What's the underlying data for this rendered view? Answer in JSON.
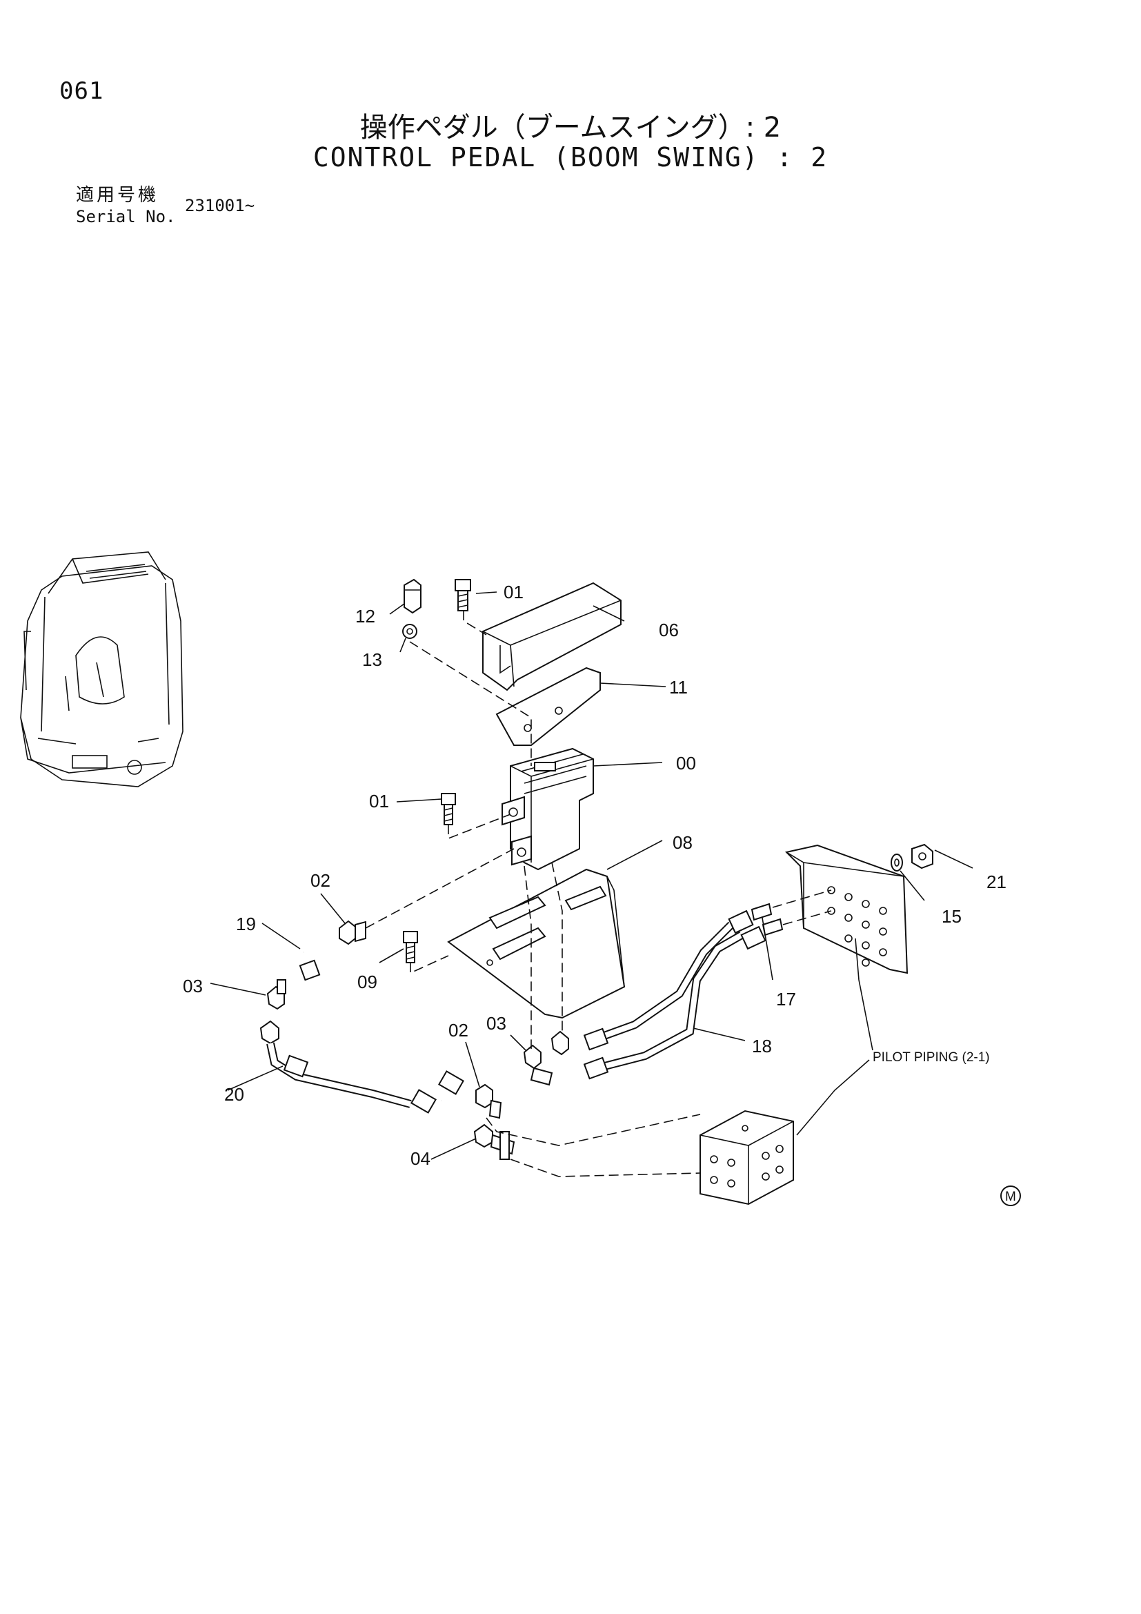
{
  "header": {
    "page_number": "061",
    "title_ja": "操作ペダル（ブームスイング）: 2",
    "title_en": "CONTROL PEDAL (BOOM SWING) : 2",
    "serial_label_ja": "適用号機",
    "serial_label_en": "Serial No.",
    "serial_value": "231001~"
  },
  "callouts": [
    "01",
    "06",
    "12",
    "13",
    "11",
    "00",
    "01",
    "08",
    "21",
    "02",
    "15",
    "19",
    "09",
    "03",
    "17",
    "18",
    "03",
    "02",
    "20",
    "04"
  ],
  "note": "PILOT PIPING (2-1)",
  "mark": "M"
}
